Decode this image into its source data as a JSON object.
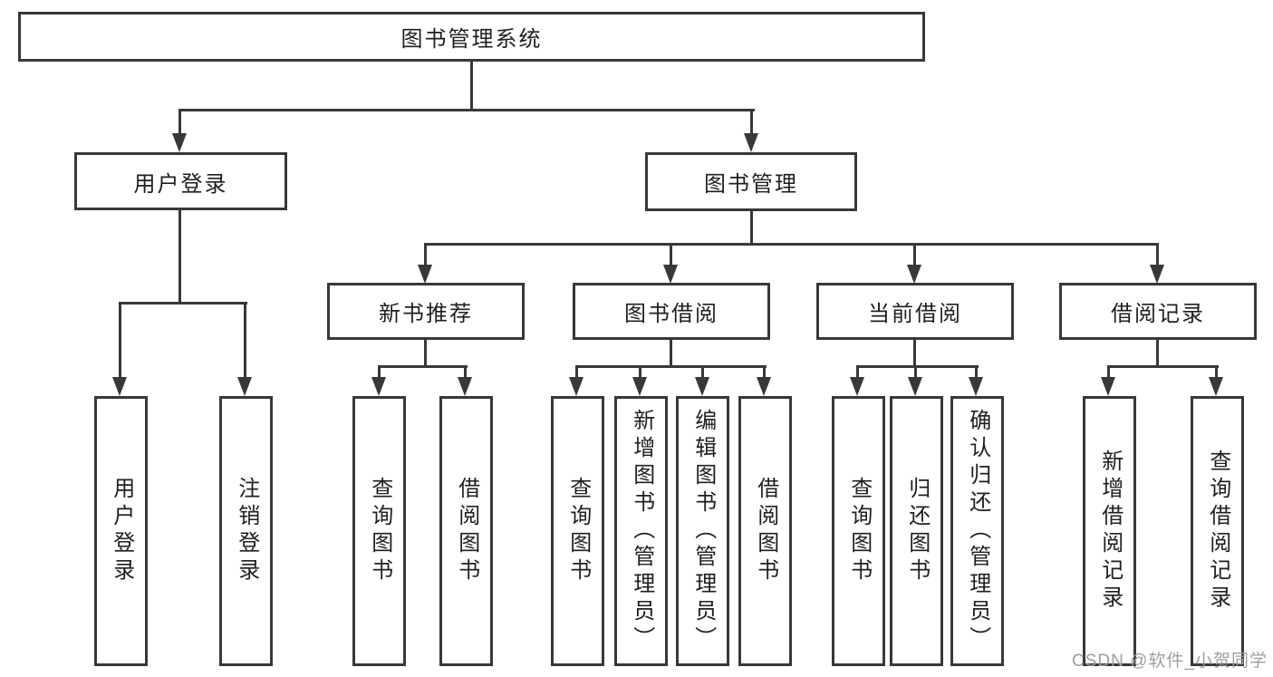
{
  "colors": {
    "line": "#383838",
    "text": "#1f1f1f",
    "watermark": "#9e9e9e",
    "background": "#ffffff"
  },
  "watermark": "CSDN @软件_小贺同学",
  "diagram": {
    "root": "图书管理系统",
    "branches": [
      {
        "label": "用户登录",
        "children": [
          "用户登录",
          "注销登录"
        ]
      },
      {
        "label": "图书管理",
        "groups": [
          {
            "label": "新书推荐",
            "children": [
              "查询图书",
              "借阅图书"
            ]
          },
          {
            "label": "图书借阅",
            "children": [
              "查询图书",
              "新增图书（管理员）",
              "编辑图书（管理员）",
              "借阅图书"
            ]
          },
          {
            "label": "当前借阅",
            "children": [
              "查询图书",
              "归还图书",
              "确认归还（管理员）"
            ]
          },
          {
            "label": "借阅记录",
            "children": [
              "新增借阅记录",
              "查询借阅记录"
            ]
          }
        ]
      }
    ]
  }
}
